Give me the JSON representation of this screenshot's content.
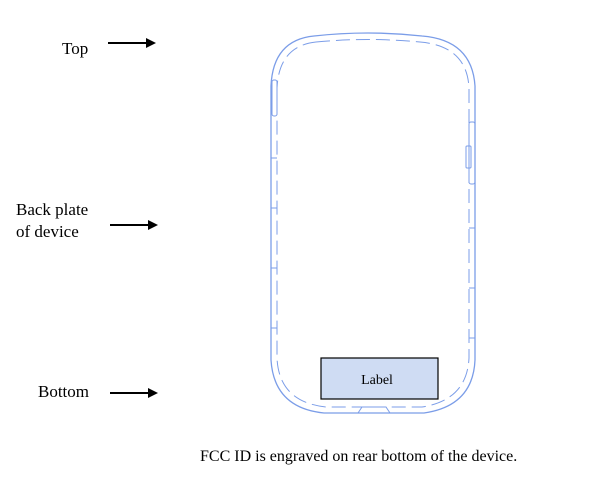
{
  "labels": {
    "top": "Top",
    "back_plate_line1": "Back plate",
    "back_plate_line2": "of device",
    "bottom": "Bottom"
  },
  "device": {
    "label_box_text": "Label",
    "outline_color": "#7b9de8",
    "label_fill_color": "#cfdcf3",
    "label_border_color": "#000000"
  },
  "caption": "FCC ID is engraved on rear bottom of the device.",
  "icons": {
    "arrow": "right-arrow-icon"
  }
}
